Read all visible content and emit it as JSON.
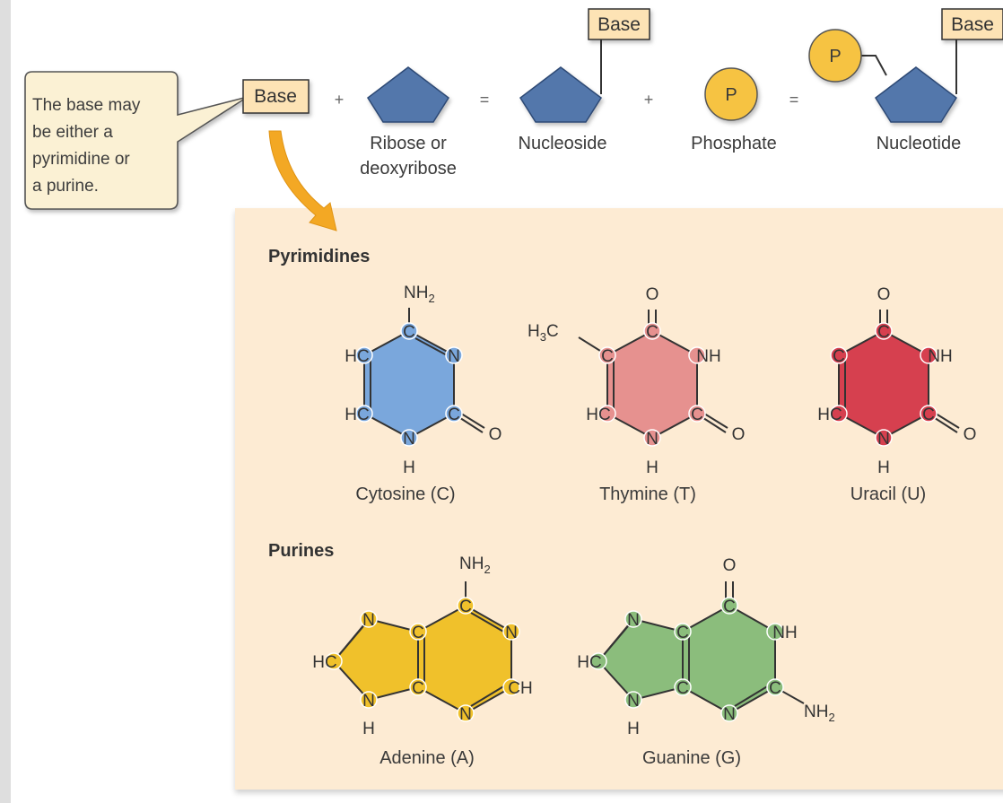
{
  "callout": {
    "lines": [
      "The base may",
      "be either a",
      "pyrimidine or",
      "a purine."
    ]
  },
  "equation": {
    "base_label": "Base",
    "plus": "+",
    "equals": "=",
    "sugar_label_1": "Ribose or",
    "sugar_label_2": "deoxyribose",
    "nucleoside_label": "Nucleoside",
    "phosphate_label": "Phosphate",
    "nucleotide_label": "Nucleotide",
    "phosphate_symbol": "P"
  },
  "groups": {
    "pyrimidines": "Pyrimidines",
    "purines": "Purines"
  },
  "molecules": {
    "cytosine": "Cytosine (C)",
    "thymine": "Thymine (T)",
    "uracil": "Uracil (U)",
    "adenine": "Adenine (A)",
    "guanine": "Guanine (G)"
  },
  "atoms": {
    "C": "C",
    "N": "N",
    "O": "O",
    "H": "H",
    "HC": "HC",
    "NH": "NH",
    "CH": "CH",
    "NH2": "NH",
    "H3C": "H",
    "two": "2",
    "three": "3"
  },
  "colors": {
    "sugar": "#5277ab",
    "phosphate": "#f6c343",
    "cytosine": "#7aa7dc",
    "thymine": "#e6918f",
    "uracil": "#d6404f",
    "adenine": "#f0c12b",
    "guanine": "#8bbd7c",
    "panel": "#fdebd3",
    "base_box": "#fde3b5",
    "arrow": "#f3a824"
  }
}
